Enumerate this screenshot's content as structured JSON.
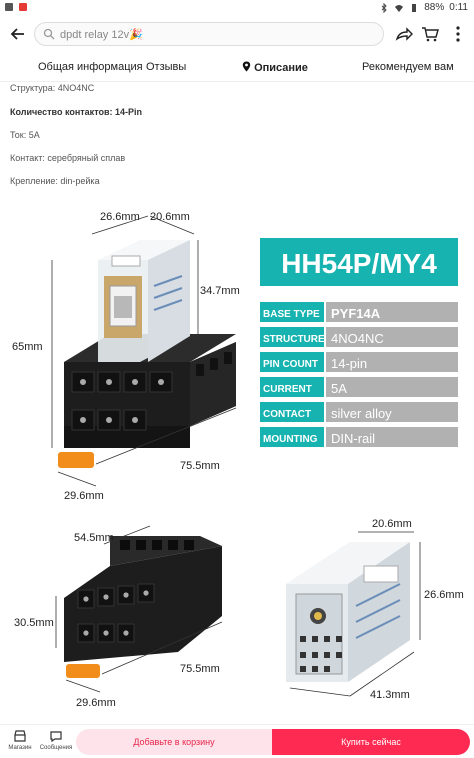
{
  "status_bar": {
    "battery": "88%",
    "time": "0:11"
  },
  "header": {
    "search_placeholder": "dpdt relay 12v🎉"
  },
  "tabs": [
    {
      "label": "Общая информация"
    },
    {
      "label": "Отзывы"
    },
    {
      "label": "Описание"
    },
    {
      "label": "Рекомендуем вам"
    }
  ],
  "specs": [
    {
      "text": "Структура: 4NO4NC"
    },
    {
      "text": "Количество контактов: 14-Pin"
    },
    {
      "text": "Ток: 5A"
    },
    {
      "text": "Контакт: серебряный сплав"
    },
    {
      "text": "Крепление: din-рейка"
    }
  ],
  "product_image": {
    "model_title": "HH54P/MY4",
    "dims_top": {
      "w1": "26.6mm",
      "w2": "20.6mm",
      "h_top": "34.7mm",
      "h_total": "65mm",
      "length": "75.5mm",
      "depth": "29.6mm"
    },
    "dims_bottom": {
      "top_width": "54.5mm",
      "height": "30.5mm",
      "length": "75.5mm",
      "depth": "29.6mm",
      "relay_width": "20.6mm",
      "relay_height": "26.6mm",
      "relay_length": "41.3mm"
    },
    "spec_table": [
      {
        "label": "BASE TYPE",
        "value": "PYF14A"
      },
      {
        "label": "STRUCTURE",
        "value": "4NO4NC"
      },
      {
        "label": "PIN COUNT",
        "value": "14-pin"
      },
      {
        "label": "CURRENT",
        "value": "5A"
      },
      {
        "label": "CONTACT",
        "value": "silver alloy"
      },
      {
        "label": "MOUNTING",
        "value": "DIN-rail"
      }
    ],
    "colors": {
      "teal": "#17b3b0",
      "value_bg": "#b1b1b1"
    }
  },
  "bottom_bar": {
    "store_label": "Магазин",
    "messages_label": "Сообщения",
    "add_to_cart": "Добавьте в корзину",
    "buy_now": "Купить сейчас"
  }
}
